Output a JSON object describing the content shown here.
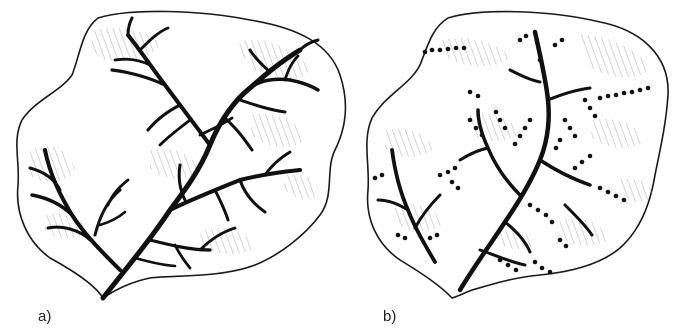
{
  "panels": [
    {
      "label": "a)",
      "network": "continuous"
    },
    {
      "label": "b)",
      "network": "fragmented"
    }
  ],
  "colors": {
    "outline": "#1a1a1a",
    "channel": "#111111",
    "shading": "#8a8a8a",
    "background": "#ffffff"
  }
}
